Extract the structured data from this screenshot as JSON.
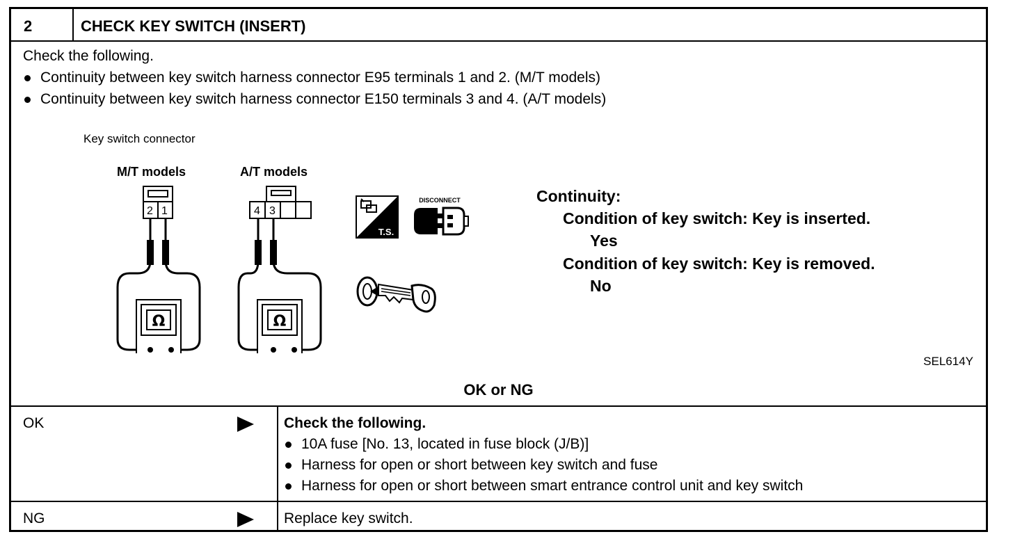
{
  "step": {
    "number": "2",
    "title": "CHECK KEY SWITCH (INSERT)"
  },
  "instructions": {
    "intro": "Check the following.",
    "bullets": [
      "Continuity between key switch harness connector E95 terminals 1 and 2. (M/T models)",
      "Continuity between key switch harness connector E150 terminals 3 and 4. (A/T models)"
    ]
  },
  "figure": {
    "caption": "Key switch connector",
    "mt_label": "M/T models",
    "at_label": "A/T models",
    "mt_terminals": [
      "2",
      "1"
    ],
    "at_terminals": [
      "4",
      "3"
    ],
    "meter_symbol": "Ω",
    "ts_label": "T.S.",
    "disconnect_label": "DISCONNECT",
    "figure_id": "SEL614Y",
    "icons": [
      "ohmmeter-icon",
      "ts-icon",
      "disconnect-icon",
      "key-icon"
    ]
  },
  "continuity": {
    "heading": "Continuity:",
    "condition1": "Condition of key switch: Key is inserted.",
    "result1": "Yes",
    "condition2": "Condition of key switch: Key is removed.",
    "result2": "No"
  },
  "result_prompt": "OK or NG",
  "outcomes": [
    {
      "label": "OK",
      "action_title": "Check the following.",
      "action_items": [
        "10A fuse [No. 13, located in fuse block (J/B)]",
        "Harness for open or short between key switch and fuse",
        "Harness for open or short between smart entrance control unit and key switch"
      ]
    },
    {
      "label": "NG",
      "action_text": "Replace key switch."
    }
  ]
}
